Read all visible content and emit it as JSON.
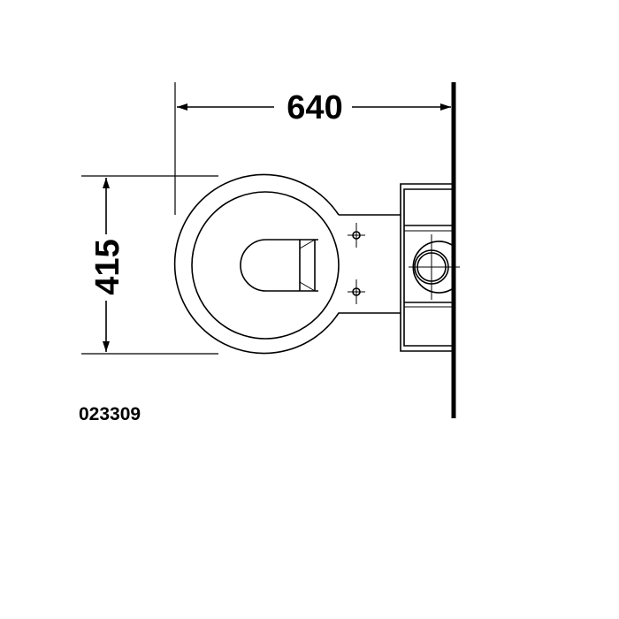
{
  "drawing": {
    "width_dimension": "640",
    "depth_dimension": "415",
    "article_number": "023309",
    "line_color": "#000000",
    "background_color": "#ffffff"
  }
}
